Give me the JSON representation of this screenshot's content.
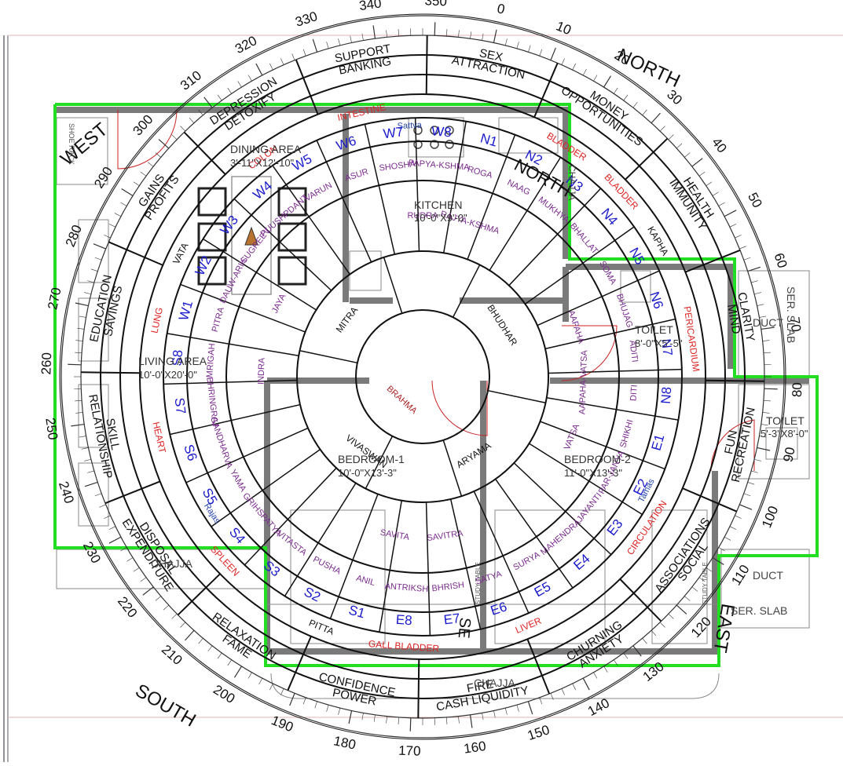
{
  "compass": {
    "degrees": [
      "0",
      "10",
      "20",
      "30",
      "40",
      "50",
      "60",
      "70",
      "80",
      "90",
      "100",
      "110",
      "120",
      "130",
      "140",
      "150",
      "160",
      "170",
      "180",
      "190",
      "200",
      "210",
      "220",
      "230",
      "240",
      "250",
      "260",
      "270",
      "280",
      "290",
      "300",
      "310",
      "320",
      "330",
      "340",
      "350"
    ],
    "directions": {
      "north": "NORTH",
      "east": "EAST",
      "south": "SOUTH",
      "west": "WEST",
      "north_inner": "NORTH",
      "southeast": "SE"
    },
    "zones": [
      {
        "text": "MONEY OPPORTUNITIES"
      },
      {
        "text": "HEALTH IMMUNITY"
      },
      {
        "text": "CLARITY MIND"
      },
      {
        "text": "RECREATION FUN"
      },
      {
        "text": "SOCIAL ASSOCIATIONS"
      },
      {
        "text": "ANXIETY CHURNING"
      },
      {
        "text": "CASH LIQUIDITY FIRE"
      },
      {
        "text": "POWER CONFIDENCE"
      },
      {
        "text": "FAME RELAXATION"
      },
      {
        "text": "EXPENDITURE DISPOSAL"
      },
      {
        "text": "RELATIONSHIP SKILL"
      },
      {
        "text": "EDUCATION SAVINGS"
      },
      {
        "text": "GAINS PROFITS"
      },
      {
        "text": "DEPRESSION DETOXIFY"
      },
      {
        "text": "SUPPORT BANKING"
      },
      {
        "text": "SEX ATTRACTION"
      }
    ],
    "organs": [
      "BLADDER",
      "BLADDER",
      "KAPHA",
      "PERICARDIUM",
      "CIRCULATION",
      "LIVER",
      "GALL BLADDER",
      "PITTA",
      "SPLEEN",
      "HEART",
      "LUNG",
      "VATA",
      "COLON",
      "INTESTINE"
    ],
    "gunas": [
      "Sattva",
      "Tamas",
      "Rajas"
    ],
    "padas": [
      "N1",
      "N2",
      "N3",
      "N4",
      "N5",
      "N6",
      "N7",
      "N8",
      "E1",
      "E2",
      "E3",
      "E4",
      "E5",
      "E6",
      "E7",
      "E8",
      "S1",
      "S2",
      "S3",
      "S4",
      "S5",
      "S6",
      "S7",
      "S8",
      "W1",
      "W2",
      "W3",
      "W4",
      "W5",
      "W6",
      "W7",
      "W8"
    ],
    "devtas_outer": [
      "ROGA",
      "NAAG",
      "MUKHYA",
      "BHALLAT",
      "SOMA",
      "BHUJAG",
      "ADITI",
      "DITI",
      "SHIKHI",
      "PAR-JANYA",
      "JAYANTI",
      "MAHENDRA",
      "SURYA",
      "SATYA",
      "BHRISH",
      "ANTRIKSH",
      "ANIL",
      "PUSHA",
      "VITASTA",
      "GRIHSPATYA",
      "YAMA",
      "GANDHARVA",
      "BHRINGRAJ",
      "MRIGAH",
      "PITRA",
      "DAUW-ARIK",
      "SUGREEV",
      "PUUSHPDANT",
      "VARUN",
      "ASUR",
      "SHOSHA",
      "PAPYA-KSHMA"
    ],
    "devtas_inner": [
      "RUDRA",
      "RAJYA-KSHMA",
      "AAPAHA",
      "AAPAHA-VATSA",
      "VATSA",
      "SAVITRA",
      "SAVITA",
      "INDRA",
      "JAYA"
    ],
    "devtas_core": [
      "BHUDHAR",
      "MITRA",
      "ARYAMA",
      "VIVASWAN",
      "BRAHMA"
    ]
  },
  "rooms": {
    "dining_name": "DINING AREA",
    "dining_size": "3'-11\"X12'-10\"",
    "kitchen_name": "KITCHEN",
    "kitchen_size": "10'-0\"X9'-0\"",
    "living_name": "LIVING AREA",
    "living_size": "10'-0\"X20'-0\"",
    "bed1_name": "BEDROOM-1",
    "bed1_size": "10'-0\"X13'-3\"",
    "bed2_name": "BEDROOM-2",
    "bed2_size": "11'-0\"X13'-3\"",
    "toilet1_name": "TOILET",
    "toilet1_size": "8'-0\"X5'-5\"",
    "toilet2_name": "TOILET",
    "toilet2_size": "5'-3\"X8'-0\"",
    "chajja": "CHAJJA",
    "chajja2": "CHAJJA",
    "chajja3": "CHAJJA",
    "duct1": "DUCT",
    "duct2": "DUCT",
    "ser_slab1": "SER. SLAB",
    "ser_slab2": "SER. SLAB",
    "shoe_rack": "SHOE RACK",
    "study_table": "STUDY TABLE",
    "study_table2": "STUDY TABLE"
  }
}
